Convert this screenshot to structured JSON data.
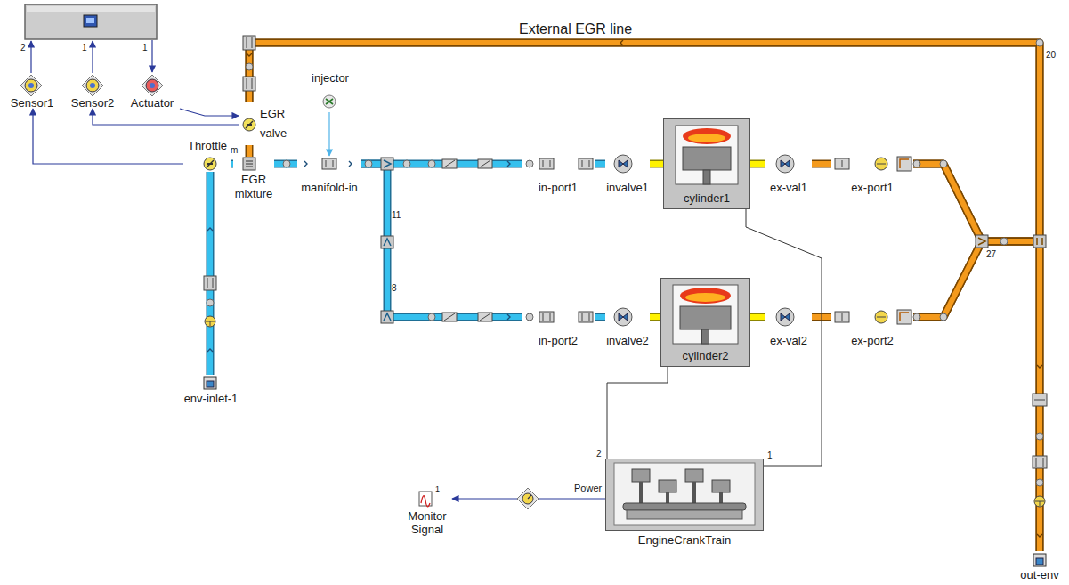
{
  "diagram": {
    "nodes": [
      {
        "text": [
          "Sensor1"
        ]
      },
      {
        "text": [
          "Sensor2"
        ]
      },
      {
        "text": [
          "Actuator"
        ]
      },
      {
        "text": [
          "EGR valve"
        ]
      },
      {
        "text": [
          "Throttle"
        ]
      },
      {
        "text": [
          "EGR mixture"
        ]
      },
      {
        "text": [
          "injector"
        ]
      },
      {
        "text": [
          "manifold-in"
        ]
      },
      {
        "text": [
          "in-port1"
        ]
      },
      {
        "text": [
          "invalve1"
        ]
      },
      {
        "text": [
          "cylinder1"
        ]
      },
      {
        "text": [
          "ex-val1"
        ]
      },
      {
        "text": [
          "ex-port1"
        ]
      },
      {
        "text": [
          "in-port2"
        ]
      },
      {
        "text": [
          "invalve2"
        ]
      },
      {
        "text": [
          "cylinder2"
        ]
      },
      {
        "text": [
          "ex-val2"
        ]
      },
      {
        "text": [
          "ex-port2"
        ]
      },
      {
        "text": [
          "env-inlet-1"
        ]
      },
      {
        "text": [
          "out-env"
        ]
      },
      {
        "text": [
          "EngineCrankTrain"
        ]
      },
      {
        "text": [
          "Monitor Signal"
        ]
      }
    ],
    "edges": [
      {
        "from": 18,
        "to": 4,
        "arrow": "none"
      },
      {
        "from": 4,
        "to": 5,
        "arrow": "none"
      },
      {
        "from": 3,
        "to": 5,
        "arrow": "none"
      },
      {
        "from": 5,
        "to": 7,
        "arrow": "none"
      },
      {
        "from": 6,
        "to": 7,
        "arrow": "to"
      },
      {
        "from": 7,
        "to": 8,
        "arrow": "none"
      },
      {
        "from": 7,
        "to": 13,
        "arrow": "none"
      },
      {
        "from": 8,
        "to": 9,
        "arrow": "none"
      },
      {
        "from": 9,
        "to": 10,
        "arrow": "none"
      },
      {
        "from": 10,
        "to": 11,
        "arrow": "none"
      },
      {
        "from": 11,
        "to": 12,
        "arrow": "none"
      },
      {
        "from": 12,
        "to": 19,
        "arrow": "none"
      },
      {
        "from": 17,
        "to": 19,
        "arrow": "none"
      },
      {
        "from": 12,
        "to": 3,
        "arrow": "none"
      },
      {
        "from": 17,
        "to": 3,
        "arrow": "none"
      },
      {
        "from": 13,
        "to": 14,
        "arrow": "none"
      },
      {
        "from": 14,
        "to": 15,
        "arrow": "none"
      },
      {
        "from": 15,
        "to": 16,
        "arrow": "none"
      },
      {
        "from": 16,
        "to": 17,
        "arrow": "none"
      },
      {
        "from": 10,
        "to": 20,
        "arrow": "none"
      },
      {
        "from": 15,
        "to": 20,
        "arrow": "none"
      },
      {
        "from": 20,
        "to": 21,
        "arrow": "to"
      },
      {
        "from": 4,
        "to": 0,
        "arrow": "to"
      },
      {
        "from": 3,
        "to": 1,
        "arrow": "to"
      },
      {
        "from": 2,
        "to": 3,
        "arrow": "to"
      }
    ],
    "labels": [
      "External EGR line",
      "2",
      "1",
      "1",
      "m",
      "11",
      "8",
      "27",
      "20",
      "Power",
      "1",
      "2",
      "1"
    ]
  }
}
